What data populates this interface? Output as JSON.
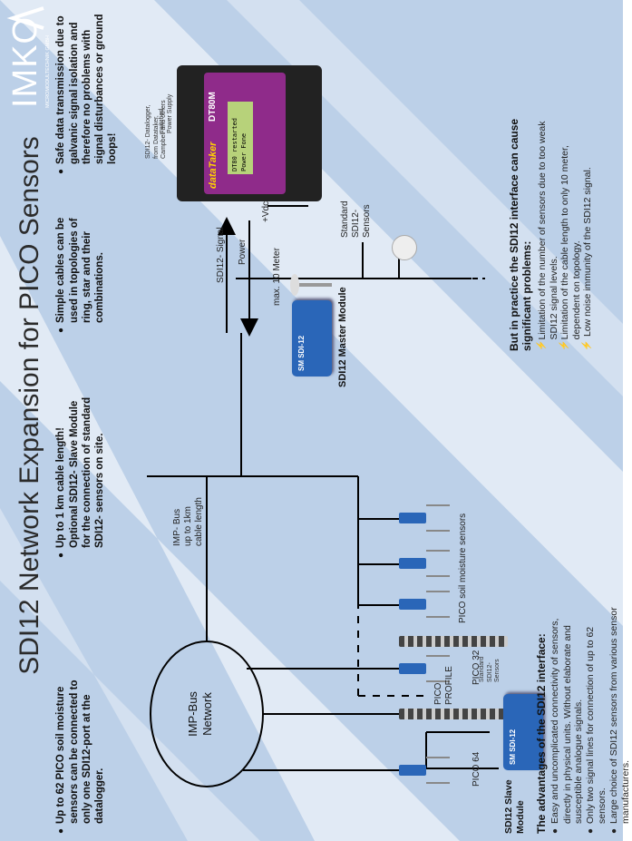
{
  "title": "SDI12 Network Expansion for PICO Sensors",
  "brand": {
    "logo": "IMKO",
    "sub": "MICROMODULTECHNIK GMBH"
  },
  "bullets": [
    "Up to 62 PICO soil moisture sensors can be connected to only one SDI12-port at the datalogger.",
    "Up to 1 km cable length! Optional SDI12- Slave Module for the connection of standard SDI12- sensors on site.",
    "Simple cables can be used in topologies of ring, star and their combinations.",
    "Safe data transmission due to galvanic signal isolation and therefore no problems with signal disturbances or ground loops!"
  ],
  "network": {
    "label_line1": "IMP-Bus",
    "label_line2": "Network"
  },
  "imp_bus": {
    "line1": "IMP- Bus",
    "line2": "up to 1km",
    "line3": "cable length"
  },
  "sensors": {
    "pico64": "PICO 64",
    "pico32": "PICO 32",
    "profile1": "PICO",
    "profile2": "PROFILE",
    "soil": "PICO soil moisture sensors"
  },
  "master_label": "SDI12 Master Module",
  "slave_label": {
    "line1": "SDI12 Slave",
    "line2": "Module"
  },
  "module_text": "SM SDI-12",
  "slave_sensors": {
    "line1": "Standard",
    "line2": "SDI12-",
    "line3": "Sensors"
  },
  "signals": {
    "sdi12": "SDI12- Signal",
    "power": "Power",
    "vdc": "+Vdc"
  },
  "max_length": "max. 10 Meter",
  "standard_sensors": {
    "line1": "Standard",
    "line2": "SDI12-",
    "line3": "Sensors"
  },
  "switched": {
    "line1": "switched",
    "line2": "Power Supply"
  },
  "datalogger_note": {
    "line1": "SDI12- Datalogger,",
    "line2": "from Datataker,",
    "line3": "Campbell and others"
  },
  "logger": {
    "brand": "dataTaker",
    "model": "DT80M",
    "screen1": "DT80 restarted",
    "screen2": "Power Fone"
  },
  "advantages": {
    "heading": "The advantages of the SDI12 interface:",
    "items": [
      "Easy and uncomplicated connectivity of sensors, directly in physical units. Without elaborate and susceptible analogue signals.",
      "Only two signal lines for connection of up to 62 sensors.",
      "Large choice of SDI12 sensors from various sensor manufacturers."
    ]
  },
  "problems": {
    "heading": "But in practice the SDI12 interface can cause significant problems:",
    "items": [
      "Limitation of the number of sensors due to too weak SDI12 signal levels.",
      "Limitation of the cable length to only 10 meter, dependent on topology.",
      "Low noise immunity of the SDI12 signal."
    ]
  },
  "colors": {
    "background": "#bcd0e8",
    "stripe": "#ffffff",
    "module": "#2a66b8",
    "logger_body": "#8f2b8a"
  }
}
